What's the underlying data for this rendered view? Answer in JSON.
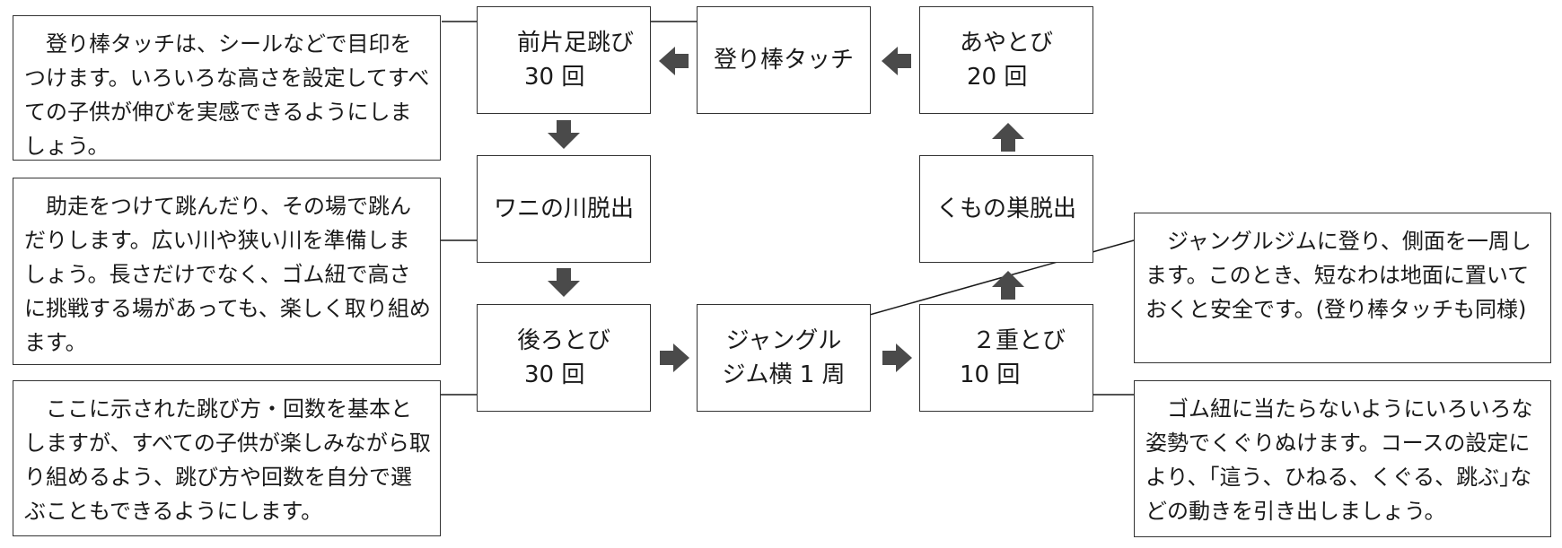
{
  "nodes": {
    "front": {
      "line1": "前片足跳び",
      "line2": "30 回"
    },
    "pole": {
      "line1": "登り棒タッチ"
    },
    "aya": {
      "line1": "あやとび",
      "line2": "20 回"
    },
    "wani": {
      "line1": "ワニの川脱出"
    },
    "kumo": {
      "line1": "くもの巣脱出"
    },
    "back": {
      "line1": "後ろとび",
      "line2": "30 回"
    },
    "jungle": {
      "line1": "ジャングル",
      "line2": "ジム横 1 周"
    },
    "double": {
      "line1": "２重とび",
      "line2": "10 回"
    }
  },
  "notes": {
    "pole": "登り棒タッチは、シールなどで目印をつけます。いろいろな高さを設定してすべての子供が伸びを実感できるようにしましょう。",
    "wani": "助走をつけて跳んだり、その場で跳んだりします。広い川や狭い川を準備しましょう。長さだけでなく、ゴム紐で高さに挑戦する場があっても、楽しく取り組めます。",
    "back": "ここに示された跳び方・回数を基本としますが、すべての子供が楽しみながら取り組めるよう、跳び方や回数を自分で選ぶこともできるようにします。",
    "jungle": "ジャングルジムに登り、側面を一周します。このとき、短なわは地面に置いておくと安全です。(登り棒タッチも同様)",
    "double": "ゴム紐に当たらないようにいろいろな姿勢でくぐりぬけます。コースの設定により、｢這う、ひねる、くぐる、跳ぶ｣などの動きを引き出しましょう。"
  },
  "colors": {
    "arrow": "#4a4a4a",
    "line": "#1a1a1a",
    "border": "#333333"
  }
}
